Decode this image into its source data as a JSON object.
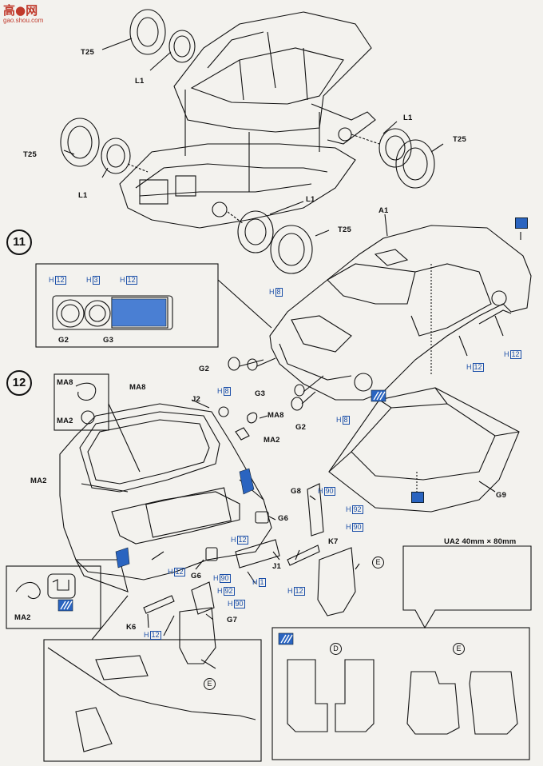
{
  "watermark": {
    "line1": "高●网",
    "line2": "gao.shou.com"
  },
  "steps": {
    "step11": "11",
    "step12": "12"
  },
  "parts": {
    "T25": "T25",
    "L1": "L1",
    "A1": "A1",
    "G2": "G2",
    "G3": "G3",
    "G6": "G6",
    "G7": "G7",
    "G8": "G8",
    "G9": "G9",
    "J1": "J1",
    "J2": "J2",
    "K6": "K6",
    "K7": "K7",
    "MA2": "MA2",
    "MA8": "MA8",
    "UA2": "UA2 40mm × 80mm",
    "E": "E",
    "D": "D"
  },
  "paint": {
    "h": "H",
    "n12": "12",
    "n3": "3",
    "n8": "8",
    "n90": "90",
    "n92": "92",
    "n1": "1"
  },
  "colors": {
    "accent": "#2a64c0",
    "line": "#111111",
    "paper": "#f3f2ee"
  }
}
